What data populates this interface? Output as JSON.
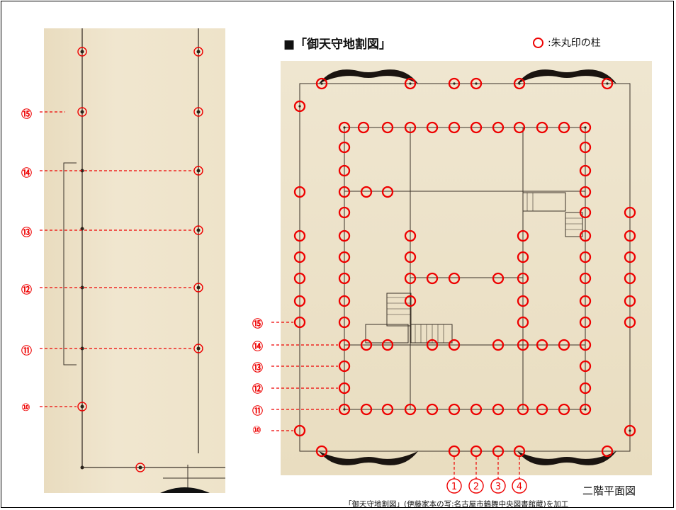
{
  "title": "■「御天守地割図」",
  "legend": {
    "label": ":朱丸印の柱"
  },
  "left_callouts": [
    "⑮",
    "⑭",
    "⑬",
    "⑫",
    "⑪",
    "⑩"
  ],
  "right_callouts": [
    "⑮",
    "⑭",
    "⑬",
    "⑫",
    "⑪",
    "⑩"
  ],
  "bottom_markers": [
    "1",
    "2",
    "3",
    "4"
  ],
  "plan_title": "二階平面図",
  "caption": "「御天守地割図」(伊藤家本の写:名古屋市鶴舞中央図書館蔵)を加工",
  "colors": {
    "accent": "#e00000",
    "paper": "#ece2c9",
    "ink": "#3a3128"
  }
}
